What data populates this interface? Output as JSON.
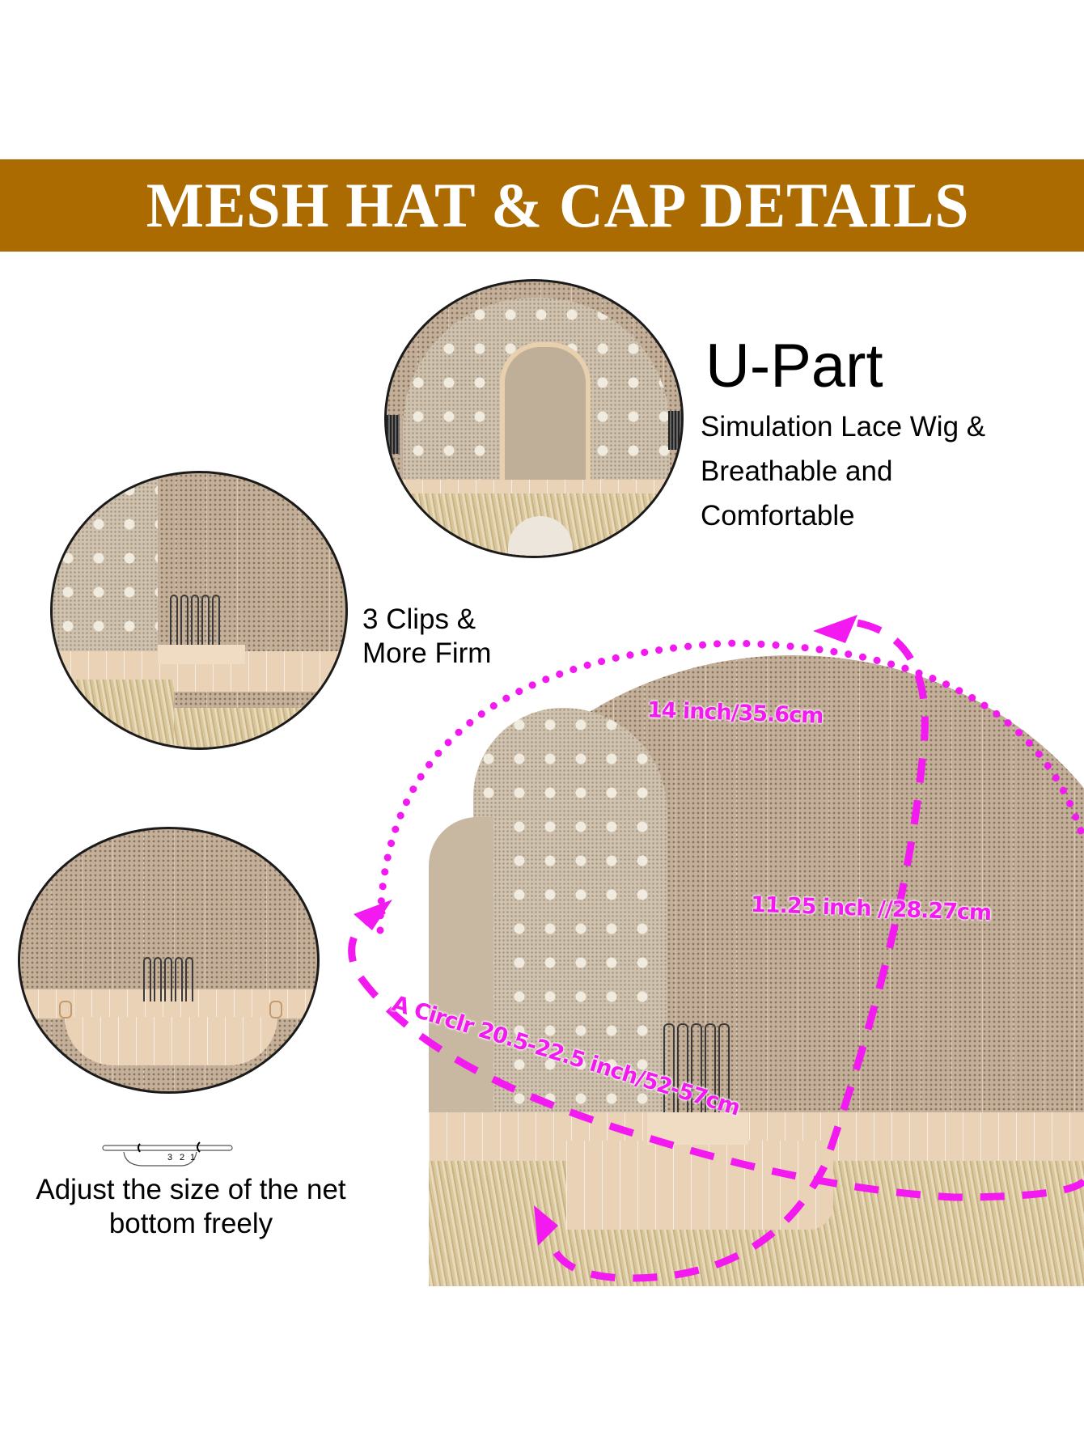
{
  "banner": {
    "title": "MESH HAT & CAP DETAILS",
    "background_color": "#ab6b00",
    "text_color": "#ffffff"
  },
  "upart": {
    "title": "U-Part",
    "description_lines": [
      "Simulation Lace Wig &",
      "Breathable and",
      "Comfortable"
    ]
  },
  "clips": {
    "lines": [
      "3 Clips &",
      "More Firm"
    ]
  },
  "adjust": {
    "diagram_numbers": [
      "3",
      "2",
      "1"
    ],
    "lines": [
      "Adjust the size of the net",
      "bottom freely"
    ]
  },
  "measurements": {
    "front_to_back": "14 inch/35.6cm",
    "ear_to_ear": "11.25 inch //28.27cm",
    "circumference": "A Circlr 20.5-22.5 inch/52-57cm",
    "annotation_color": "#f21af0"
  }
}
